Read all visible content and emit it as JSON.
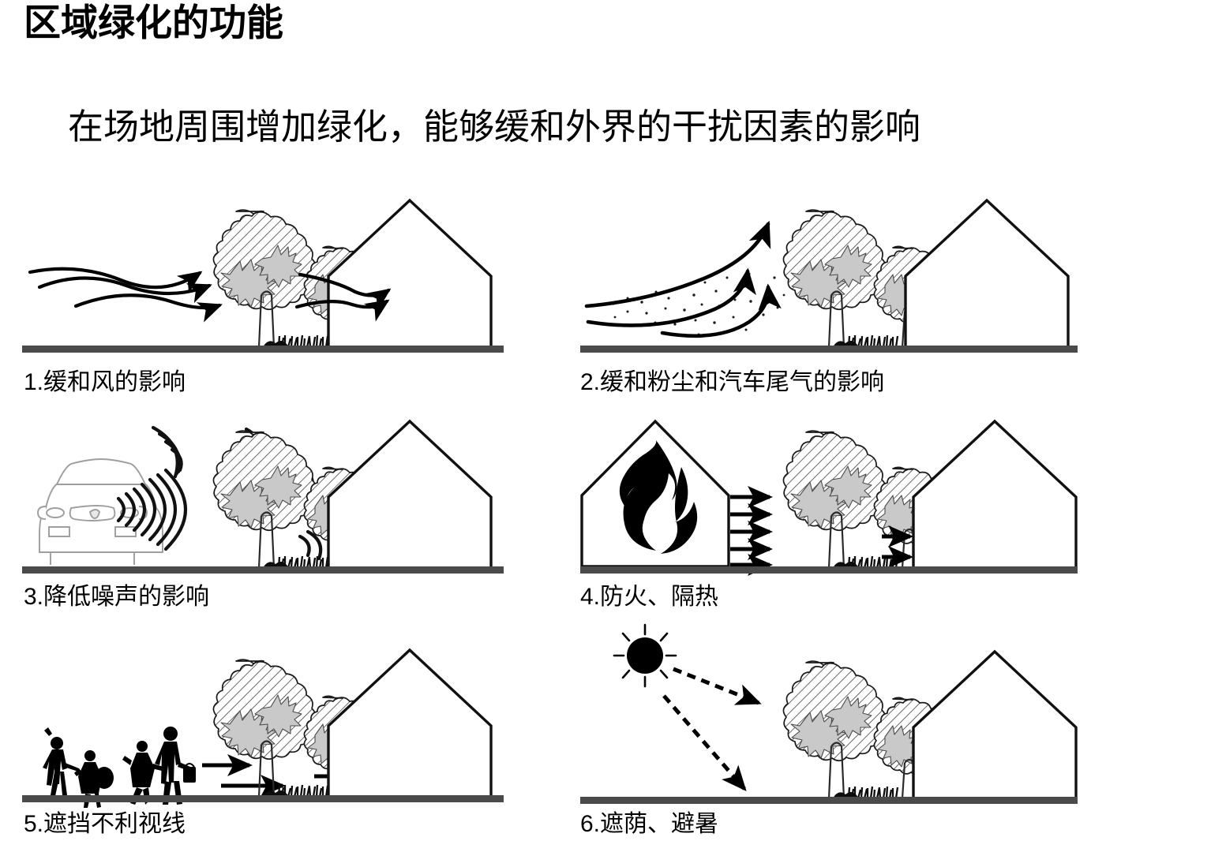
{
  "document": {
    "title": "区域绿化的功能",
    "subtitle": "在场地周围增加绿化，能够缓和外界的干扰因素的影响",
    "background_color": "#ffffff",
    "text_color": "#000000"
  },
  "colors": {
    "ink": "#000000",
    "ground": "#4a4a4a",
    "tree_outline": "#222222",
    "tree_fill": "#ffffff",
    "tree_hatch": "#555555",
    "branch_fill": "#c9c9c9",
    "car_outline": "#9a9a9a",
    "house_outline": "#111111"
  },
  "panels": [
    {
      "index": "1",
      "caption": "1.缓和风的影响",
      "icon": "wind-arrows-icon",
      "description": "缓和风的影响",
      "left_element": "wind-streamlines",
      "arrow_count_left": 3,
      "arrow_count_right": 2,
      "has_house": true,
      "tree_count": 2
    },
    {
      "index": "2",
      "caption": "2.缓和粉尘和汽车尾气的影响",
      "icon": "dust-cloud-icon",
      "description": "缓和粉尘和汽车尾气的影响",
      "left_element": "dust-plume",
      "arrow_count_left": 3,
      "arrow_count_right": 0,
      "has_house": true,
      "tree_count": 2
    },
    {
      "index": "3",
      "caption": "3.降低噪声的影响",
      "icon": "sound-wave-icon",
      "description": "降低噪声的影响",
      "left_element": "car-front-view",
      "arrow_count_left": 0,
      "arrow_count_right": 0,
      "has_house": true,
      "tree_count": 2
    },
    {
      "index": "4",
      "caption": "4.防火、隔热",
      "icon": "flame-icon",
      "description": "防火、隔热",
      "left_element": "burning-house",
      "arrow_count_left": 5,
      "arrow_count_right": 2,
      "has_house": true,
      "tree_count": 2
    },
    {
      "index": "5",
      "caption": "5.遮挡不利视线",
      "icon": "people-silhouette-icon",
      "description": "遮挡不利视线",
      "left_element": "pedestrian-group",
      "arrow_count_left": 2,
      "arrow_count_right": 1,
      "has_house": true,
      "tree_count": 2
    },
    {
      "index": "6",
      "caption": "6.遮荫、避暑",
      "icon": "sun-icon",
      "description": "遮荫、避暑",
      "left_element": "sun-rays",
      "arrow_count_left": 2,
      "arrow_count_right": 0,
      "has_house": true,
      "tree_count": 2
    }
  ]
}
